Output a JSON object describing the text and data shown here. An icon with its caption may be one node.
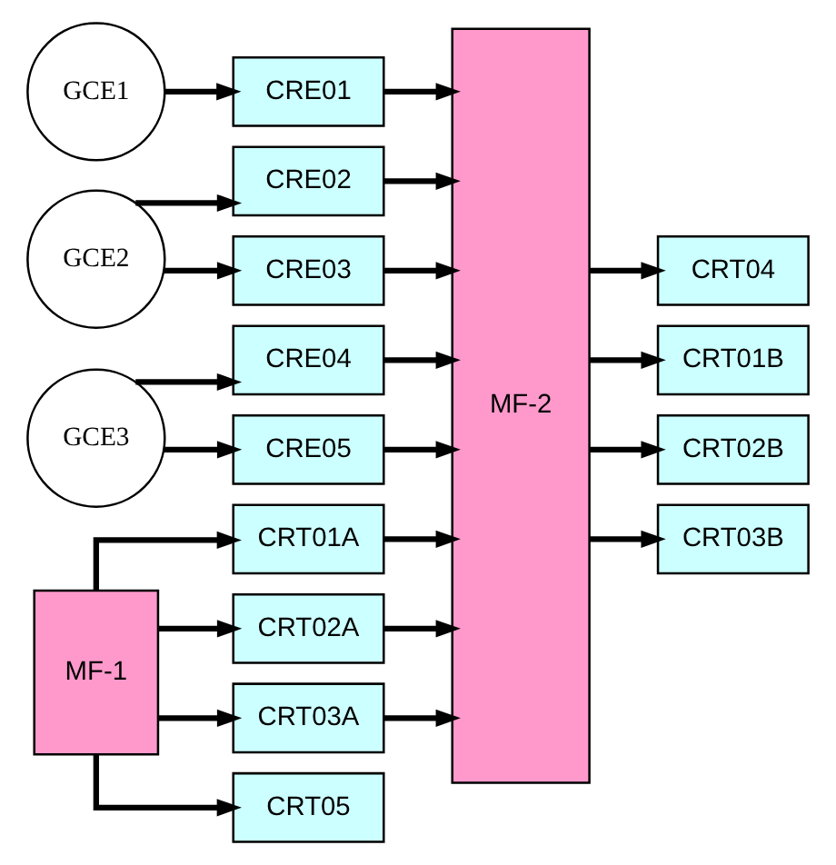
{
  "diagram": {
    "nodes": [
      {
        "text": [
          "GCE1"
        ]
      },
      {
        "text": [
          "CRE01"
        ]
      },
      {
        "text": [
          "MF-2"
        ]
      },
      {
        "text": [
          "GCE2"
        ]
      },
      {
        "text": [
          "CRE02"
        ]
      },
      {
        "text": [
          "CRE03"
        ]
      },
      {
        "text": [
          "GCE3"
        ]
      },
      {
        "text": [
          "CRE04"
        ]
      },
      {
        "text": [
          "CRE05"
        ]
      },
      {
        "text": [
          "CRT04"
        ]
      },
      {
        "text": [
          "MF-1"
        ]
      },
      {
        "text": [
          "CRT01A"
        ]
      },
      {
        "text": [
          "CRT01B"
        ]
      },
      {
        "text": [
          "CRT02A"
        ]
      },
      {
        "text": [
          "CRT02B"
        ]
      },
      {
        "text": [
          "CRT03A"
        ]
      },
      {
        "text": [
          "CRT03B"
        ]
      },
      {
        "text": [
          "CRT05"
        ]
      }
    ],
    "edges": [
      {
        "from": 0,
        "to": 1,
        "arrow": "to"
      },
      {
        "from": 1,
        "to": 2,
        "arrow": "to"
      },
      {
        "from": 3,
        "to": 4,
        "arrow": "to"
      },
      {
        "from": 3,
        "to": 5,
        "arrow": "to"
      },
      {
        "from": 4,
        "to": 2,
        "arrow": "to"
      },
      {
        "from": 5,
        "to": 2,
        "arrow": "to"
      },
      {
        "from": 6,
        "to": 7,
        "arrow": "to"
      },
      {
        "from": 6,
        "to": 8,
        "arrow": "to"
      },
      {
        "from": 7,
        "to": 2,
        "arrow": "to"
      },
      {
        "from": 8,
        "to": 2,
        "arrow": "to"
      },
      {
        "from": 2,
        "to": 9,
        "arrow": "to"
      },
      {
        "from": 10,
        "to": 11,
        "arrow": "to"
      },
      {
        "from": 10,
        "to": 13,
        "arrow": "to"
      },
      {
        "from": 10,
        "to": 15,
        "arrow": "to"
      },
      {
        "from": 10,
        "to": 17,
        "arrow": "to"
      },
      {
        "from": 11,
        "to": 2,
        "arrow": "to"
      },
      {
        "from": 13,
        "to": 2,
        "arrow": "to"
      },
      {
        "from": 15,
        "to": 2,
        "arrow": "to"
      },
      {
        "from": 2,
        "to": 12,
        "arrow": "to"
      },
      {
        "from": 2,
        "to": 14,
        "arrow": "to"
      },
      {
        "from": 2,
        "to": 16,
        "arrow": "to"
      }
    ]
  }
}
